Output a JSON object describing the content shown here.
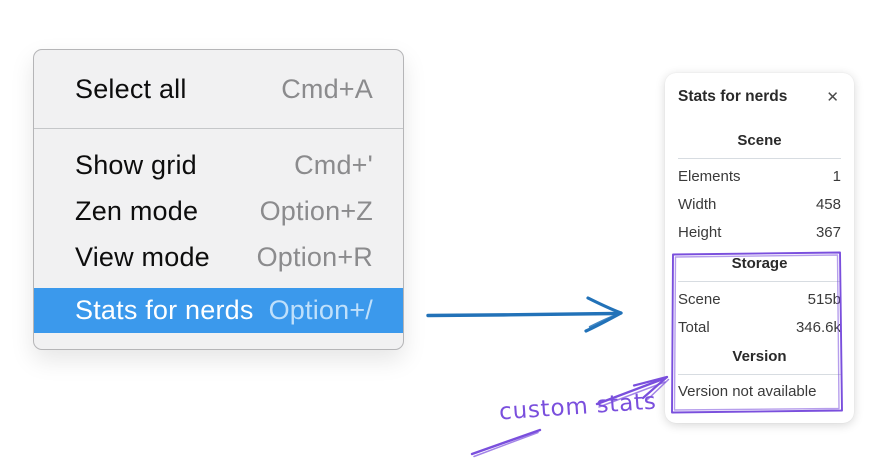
{
  "colors": {
    "highlight": "#3b99ec",
    "arrow_blue": "#2272b8",
    "annotation_purple": "#7a4fdd"
  },
  "menu": {
    "items": [
      {
        "label": "Select all",
        "shortcut": "Cmd+A"
      },
      {
        "label": "Show grid",
        "shortcut": "Cmd+'"
      },
      {
        "label": "Zen mode",
        "shortcut": "Option+Z"
      },
      {
        "label": "View mode",
        "shortcut": "Option+R"
      },
      {
        "label": "Stats for nerds",
        "shortcut": "Option+/"
      }
    ],
    "selected_item": "Stats for nerds"
  },
  "panel": {
    "title": "Stats for nerds",
    "close_icon": "✕",
    "scene": {
      "header": "Scene",
      "rows": [
        {
          "label": "Elements",
          "value": "1"
        },
        {
          "label": "Width",
          "value": "458"
        },
        {
          "label": "Height",
          "value": "367"
        }
      ]
    },
    "storage": {
      "header": "Storage",
      "rows": [
        {
          "label": "Scene",
          "value": "515b"
        },
        {
          "label": "Total",
          "value": "346.6k"
        }
      ]
    },
    "version": {
      "header": "Version",
      "note": "Version not available"
    }
  },
  "annotation": {
    "label": "custom stats"
  }
}
